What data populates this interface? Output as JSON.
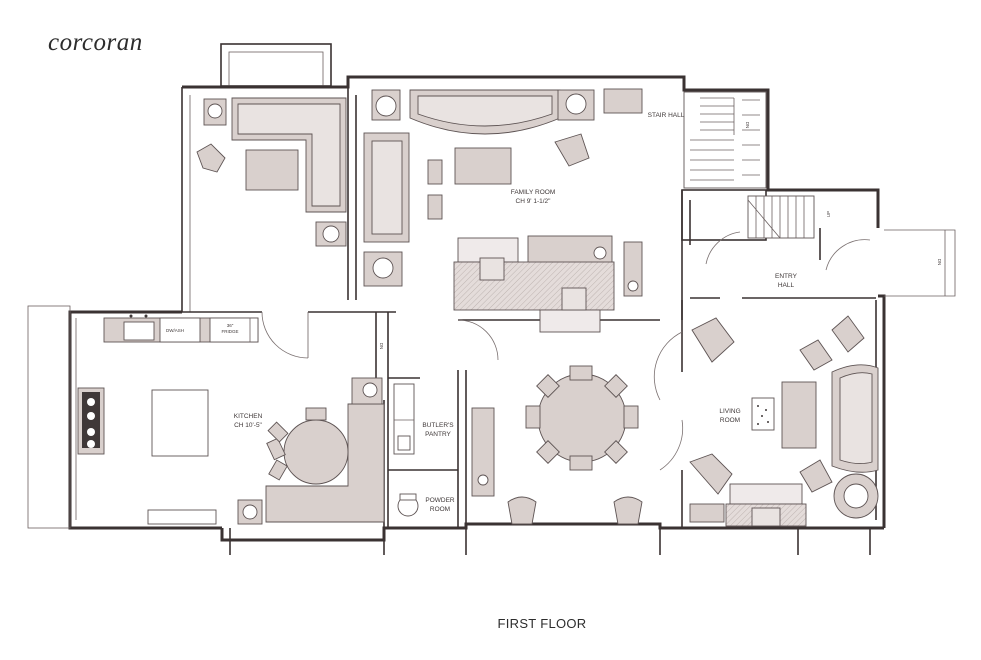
{
  "brand": "corcoran",
  "floor_title": "FIRST FLOOR",
  "rooms": {
    "family_room": [
      "FAMILY ROOM",
      "CH 9' 1-1/2\""
    ],
    "kitchen": [
      "KITCHEN",
      "CH 10'-5\""
    ],
    "stair_hall": "STAIR HALL",
    "entry_hall": [
      "ENTRY",
      "HALL"
    ],
    "living_room": [
      "LIVING",
      "ROOM"
    ],
    "butlers_pantry": [
      "BUTLER'S",
      "PANTRY"
    ],
    "powder_room": [
      "POWDER",
      "ROOM"
    ]
  },
  "appliances": {
    "dishwasher": "DW/ASH",
    "fridge": [
      "36\"",
      "FRIDGE"
    ]
  },
  "markers": {
    "dn": "DN",
    "up": "UP"
  },
  "colors": {
    "furniture_fill": "#d9d0cd",
    "wall_stroke": "#3a3232",
    "text": "#2d2d2d"
  }
}
